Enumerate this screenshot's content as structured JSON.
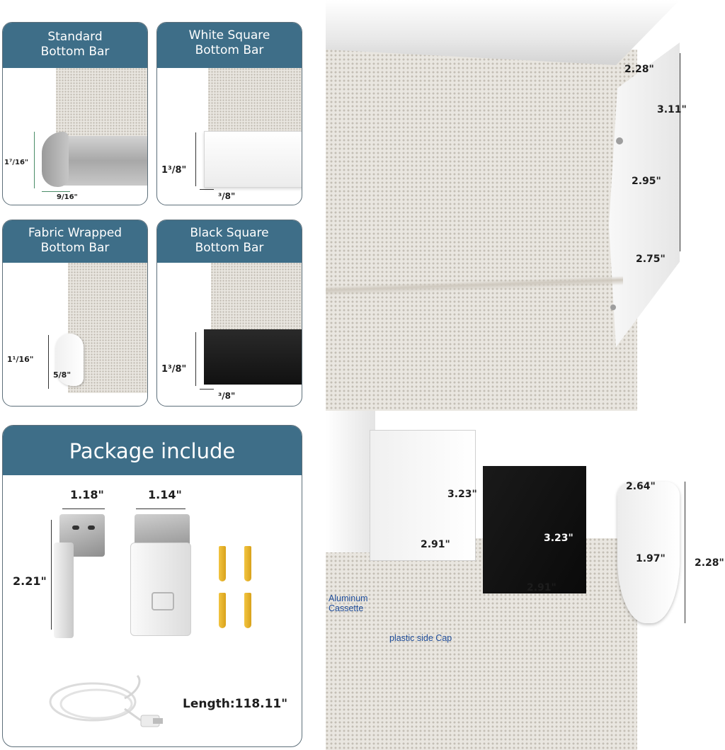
{
  "bottom_bars": [
    {
      "line1": "Standard",
      "line2": "Bottom Bar",
      "height": "1⁷/16\"",
      "depth": "9/16\""
    },
    {
      "line1": "White Square",
      "line2": "Bottom Bar",
      "height": "1³/8\"",
      "depth": "³/8\""
    },
    {
      "line1": "Fabric Wrapped",
      "line2": "Bottom Bar",
      "height": "1¹/16\"",
      "depth": "5/8\""
    },
    {
      "line1": "Black Square",
      "line2": "Bottom Bar",
      "height": "1³/8\"",
      "depth": "³/8\""
    }
  ],
  "package": {
    "title": "Package include",
    "bracket_a_width": "1.18\"",
    "bracket_a_height": "2.21\"",
    "bracket_b_width": "1.14\"",
    "cable_length": "Length:118.11\""
  },
  "cassette_large": {
    "depth_top": "2.28\"",
    "height_total": "3.11\"",
    "face_upper": "2.95\"",
    "face_lower": "2.75\""
  },
  "cassette_detail": {
    "white_cap_height": "3.23\"",
    "white_cap_depth": "2.91\"",
    "black_cap_height": "3.23\"",
    "black_cap_depth": "2.91\"",
    "round_cap_depth": "2.64\"",
    "round_cap_inner": "1.97\"",
    "round_cap_height": "2.28\"",
    "label_aluminum": "Aluminum Cassette",
    "label_plastic": "plastic side Cap"
  },
  "colors": {
    "header": "#3e6e88",
    "label_blue": "#1f4d9a"
  }
}
